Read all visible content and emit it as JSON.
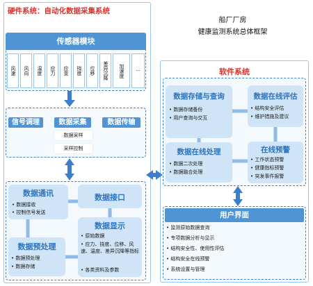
{
  "hardware": {
    "title": "硬件系统：自动化数据采集系统",
    "sensor_module": "传感器模块",
    "sensors": [
      "风速",
      "风向",
      "温度",
      "应力",
      "应变",
      "挠度",
      "位移",
      "差异沉降",
      "加速度",
      "···"
    ],
    "signal_conditioning": "信号调理",
    "data_acquisition": "数据采集",
    "data_transmission": "数据传输",
    "data_sampling": "数据采样",
    "sampling_control": "采样控制",
    "data_comm": {
      "title": "数据通讯",
      "items": [
        "数据接收",
        "控制信号发送"
      ]
    },
    "data_interface": "数据接口",
    "preprocess": {
      "title": "数据预处理",
      "items": [
        "数据预处理",
        "数据存储"
      ]
    },
    "data_display": {
      "title": "数据显示",
      "items": [
        "原始数据",
        "应力、挠度、位移、风速、温度、差异沉降等指标",
        "各类资料及参数"
      ]
    }
  },
  "main_title": [
    "船厂厂房",
    "健康监测系统总体框架"
  ],
  "software": {
    "title": "软件系统",
    "storage": {
      "title": "数据存储与查询",
      "items": [
        "数据存储备份",
        "用户查询与交互"
      ]
    },
    "online_eval": {
      "title": "数据在线评估",
      "items": [
        "结构安全评估",
        "维护措施及建议"
      ]
    },
    "online_proc": {
      "title": "数据在线处理",
      "items": [
        "数据二次处理",
        "数据融合处理"
      ]
    },
    "warning": {
      "title": "在线预警",
      "items": [
        "工作状态预警",
        "健康指标预警",
        "突发事件报警"
      ]
    },
    "ui": {
      "title": "用户界面",
      "items": [
        "监测原始数据查询",
        "专项数据分析与显示",
        "结构安全性、使用性评估",
        "结构安全在线预警",
        "系统设置与管理"
      ]
    }
  },
  "colors": {
    "accent": "#4f95d6",
    "title_text": "#2e73bd",
    "panel": "#cfe5f7",
    "pale": "#dcecf9",
    "arrow": "#3b7fcc"
  }
}
